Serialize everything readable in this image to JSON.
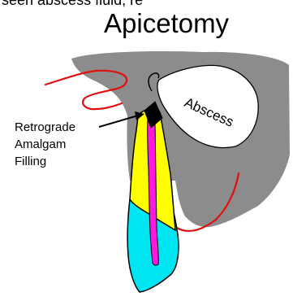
{
  "diagram": {
    "top_cut_text": "seen abscess fluid, re",
    "title": "Apicetomy",
    "abscess_label": "Abscess",
    "callout_lines": [
      "Retrograde",
      "Amalgam",
      "Filling"
    ],
    "colors": {
      "bone": "#8c8c8c",
      "gum_outline": "#e01010",
      "enamel": "#00e5f2",
      "dentin": "#ffff00",
      "pulp": "#ff19e0",
      "filling": "#000000",
      "outline": "#000000"
    }
  }
}
